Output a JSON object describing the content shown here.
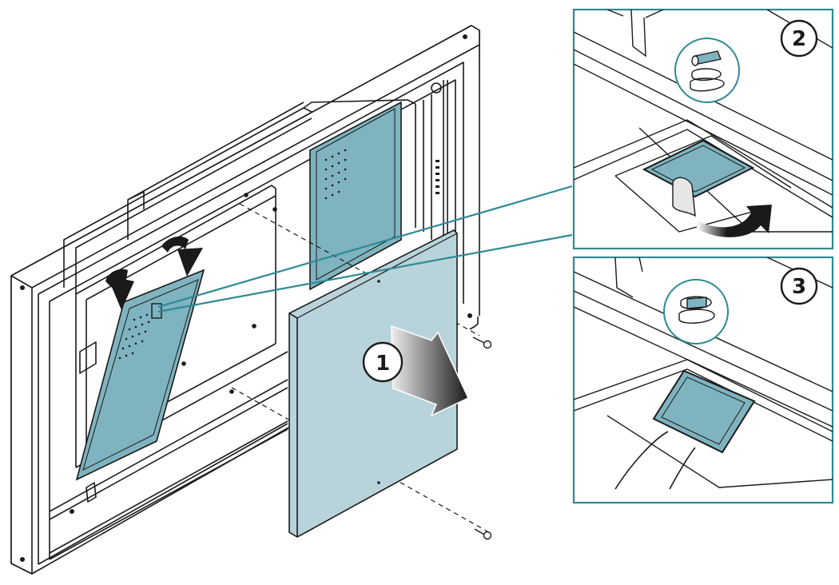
{
  "steps": [
    {
      "number": "1"
    },
    {
      "number": "2"
    },
    {
      "number": "3"
    }
  ],
  "colors": {
    "accent": "#2d8a94",
    "panel_fill": "#b9d3db",
    "filter_fill": "#7fb3bf",
    "line": "#1a1a1a",
    "arrow_dark": "#111111",
    "arrow_light": "#e6e6e6"
  },
  "icons": [
    "curved-arrow-icon",
    "screw-icon",
    "removal-arrow-icon",
    "finger-pull-icon"
  ]
}
